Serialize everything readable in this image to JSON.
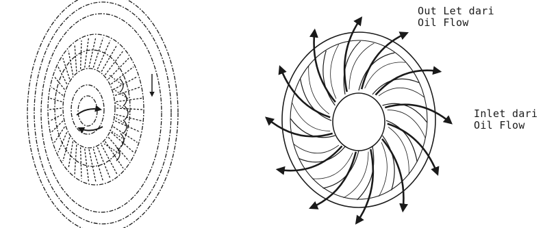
{
  "labels": {
    "outlet": {
      "line1": "Out Let dari",
      "line2": "Oil Flow"
    },
    "inlet": {
      "line1": "Inlet dari",
      "line2": "Oil Flow"
    }
  },
  "figures": {
    "left": {
      "name": "torque-converter-component-sketch"
    },
    "right": {
      "name": "turbine-wheel-oil-flow-diagram",
      "vane_count": 12,
      "flow_arrow_count": 12
    }
  },
  "colors": {
    "ink": "#1a1a1a",
    "background": "#ffffff"
  }
}
